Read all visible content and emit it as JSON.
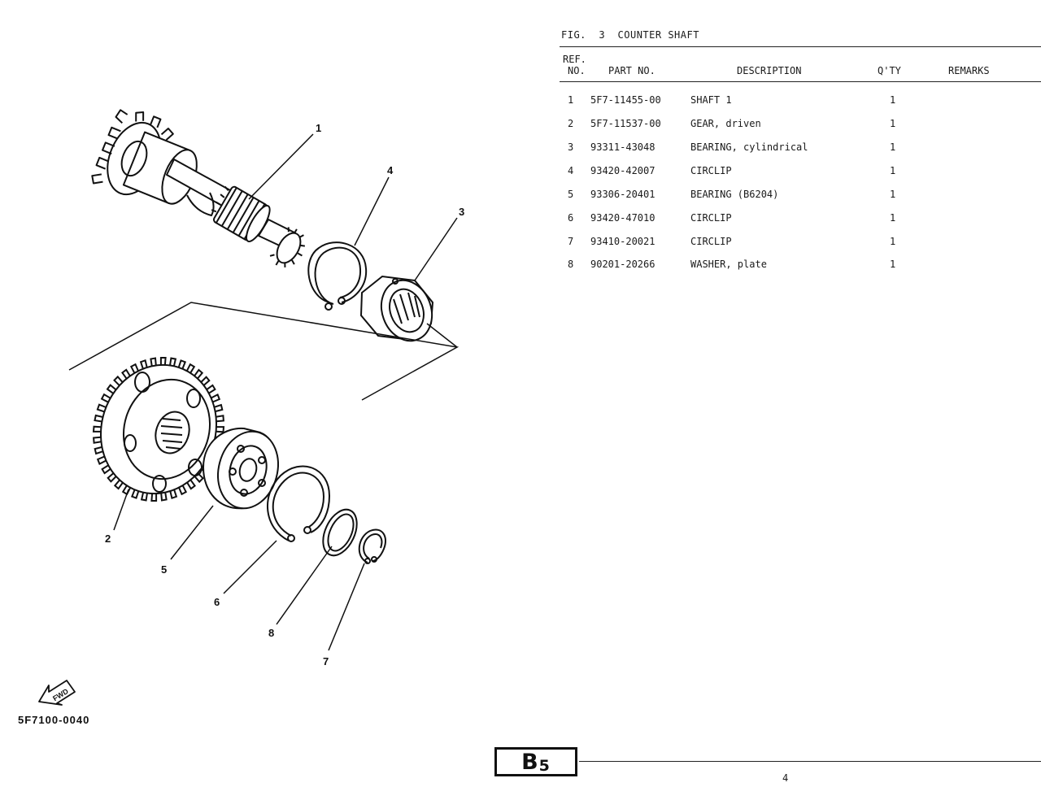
{
  "figure": {
    "title": "FIG.  3  COUNTER SHAFT",
    "drawing_code": "5F7100-0040",
    "fwd_label": "FWD",
    "callouts": [
      "1",
      "4",
      "3",
      "2",
      "5",
      "6",
      "8",
      "7"
    ]
  },
  "table": {
    "headers": {
      "ref_line1": "REF.",
      "ref_line2": "NO.",
      "part_no": "PART NO.",
      "description": "DESCRIPTION",
      "qty": "Q'TY",
      "remarks": "REMARKS"
    },
    "rows": [
      {
        "ref": "1",
        "part_no": "5F7-11455-00",
        "description": "SHAFT 1",
        "qty": "1",
        "remarks": ""
      },
      {
        "ref": "2",
        "part_no": "5F7-11537-00",
        "description": "GEAR, driven",
        "qty": "1",
        "remarks": ""
      },
      {
        "ref": "3",
        "part_no": "93311-43048",
        "description": "BEARING, cylindrical",
        "qty": "1",
        "remarks": ""
      },
      {
        "ref": "4",
        "part_no": "93420-42007",
        "description": "CIRCLIP",
        "qty": "1",
        "remarks": ""
      },
      {
        "ref": "5",
        "part_no": "93306-20401",
        "description": "BEARING (B6204)",
        "qty": "1",
        "remarks": ""
      },
      {
        "ref": "6",
        "part_no": "93420-47010",
        "description": "CIRCLIP",
        "qty": "1",
        "remarks": ""
      },
      {
        "ref": "7",
        "part_no": "93410-20021",
        "description": "CIRCLIP",
        "qty": "1",
        "remarks": ""
      },
      {
        "ref": "8",
        "part_no": "90201-20266",
        "description": "WASHER, plate",
        "qty": "1",
        "remarks": ""
      }
    ]
  },
  "footer": {
    "page_tab": "B",
    "page_tab_sub": "5",
    "page_number": "4"
  }
}
